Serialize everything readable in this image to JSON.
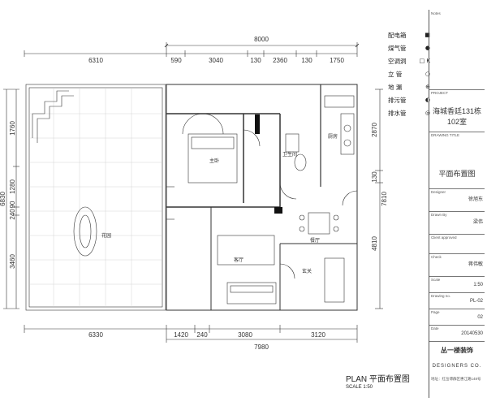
{
  "dims_top": {
    "total": "8000",
    "seg_left": "6310",
    "segs": [
      "590",
      "3040",
      "130",
      "2360",
      "130",
      "1750"
    ]
  },
  "dims_bottom": {
    "total": "7980",
    "seg_left": "6330",
    "segs": [
      "1420",
      "240",
      "3080",
      "3120"
    ]
  },
  "dims_left": {
    "total": "6830",
    "segs": [
      "1760",
      "1280",
      "90",
      "240",
      "3460"
    ]
  },
  "dims_right": {
    "total": "7810",
    "segs": [
      "2870",
      "130",
      "4810"
    ]
  },
  "rooms": {
    "garden": "花园",
    "master_bed": "主卧",
    "toilet": "卫生间",
    "kitchen": "厨房",
    "living": "客厅",
    "dining": "餐厅",
    "hallway": "玄关"
  },
  "legend": [
    {
      "label": "配电箱",
      "icon": "square-solid-icon",
      "symbol": "■"
    },
    {
      "label": "煤气管",
      "icon": "dot-solid-icon",
      "symbol": "●"
    },
    {
      "label": "空调洞",
      "icon": "ac-hole-icon",
      "symbol": "□ K"
    },
    {
      "label": "立  管",
      "icon": "circle-icon",
      "symbol": "○"
    },
    {
      "label": "地  漏",
      "icon": "floor-drain-icon",
      "symbol": "⊕"
    },
    {
      "label": "排污管",
      "icon": "half-circle-icon",
      "symbol": "◐"
    },
    {
      "label": "排水管",
      "icon": "ring-icon",
      "symbol": "◎"
    }
  ],
  "title_block": {
    "notes_label": "Notes",
    "project_label": "PROJECT",
    "project_name_line1": "海城香廷131栋",
    "project_name_line2": "102室",
    "drawing_title_label": "DRAWING TITLE",
    "drawing_title": "平面布置图",
    "designer_label": "Designer",
    "designer": "徐旭东",
    "drawn_by_label": "Drawn By",
    "drawn_by": "梁伟",
    "client_label": "Client approved",
    "check_label": "Check",
    "check": "蒋伟敏",
    "scale_label": "Scale",
    "scale": "1:50",
    "drawing_no_label": "Drawing no.",
    "drawing_no": "PL-02",
    "page_label": "Page",
    "page": "02",
    "date_label": "Date",
    "date": "20140530",
    "company": "丛一楼装饰",
    "company_en": "DESIGNERS CO.",
    "address": "地址：红岳博群区惠江路148号"
  },
  "plan_title": "PLAN  平面布置图",
  "plan_scale": "SCALE 1:50"
}
